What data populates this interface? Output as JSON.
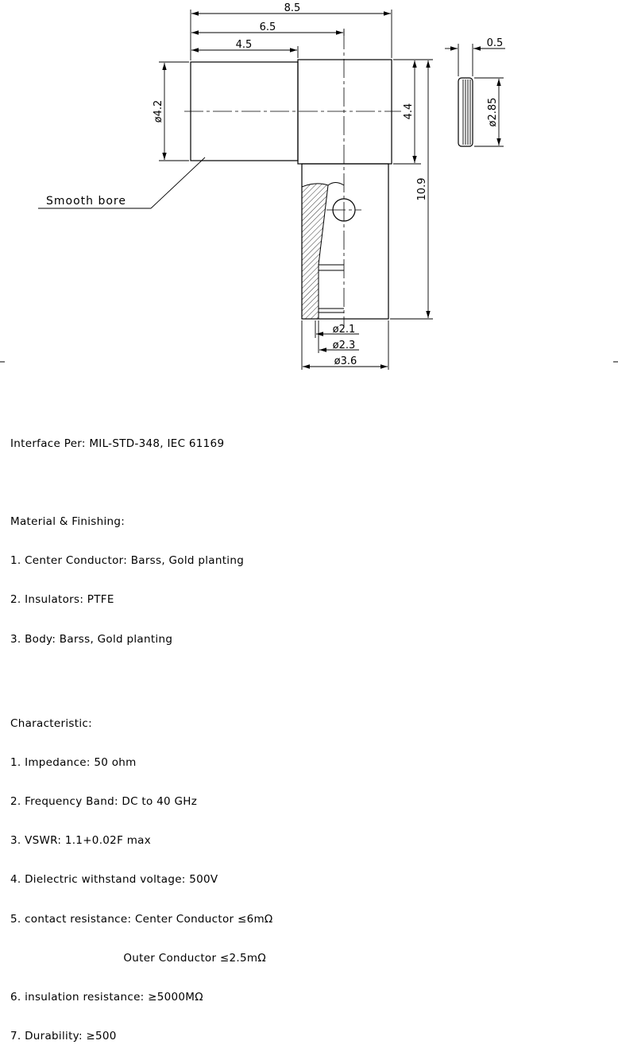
{
  "dimensions": {
    "overall_length": "8.5",
    "mid_length": "6.5",
    "bore_length": "4.5",
    "bore_dia": "ø4.2",
    "body_height": "4.4",
    "total_height": "10.9",
    "washer_thickness": "0.5",
    "washer_dia": "ø2.85",
    "dia_inner": "ø2.1",
    "dia_mid": "ø2.3",
    "dia_outer": "ø3.6"
  },
  "callout": "Smooth bore",
  "notes": {
    "interface": "Interface Per: MIL-STD-348, IEC 61169",
    "material_title": "Material & Finishing:",
    "material_items": [
      "1. Center Conductor: Barss, Gold planting",
      "2. Insulators: PTFE",
      "3. Body: Barss, Gold planting"
    ],
    "char_title": "Characteristic:",
    "char_items": [
      "1. Impedance: 50 ohm",
      "2. Frequency Band: DC to 40 GHz",
      "3. VSWR: 1.1+0.02F max",
      "4. Dielectric withstand voltage: 500V",
      "5. contact resistance: Center Conductor ≤6mΩ",
      "                               Outer Conductor ≤2.5mΩ",
      "6. insulation resistance: ≥5000MΩ",
      "7. Durability: ≥500"
    ]
  }
}
